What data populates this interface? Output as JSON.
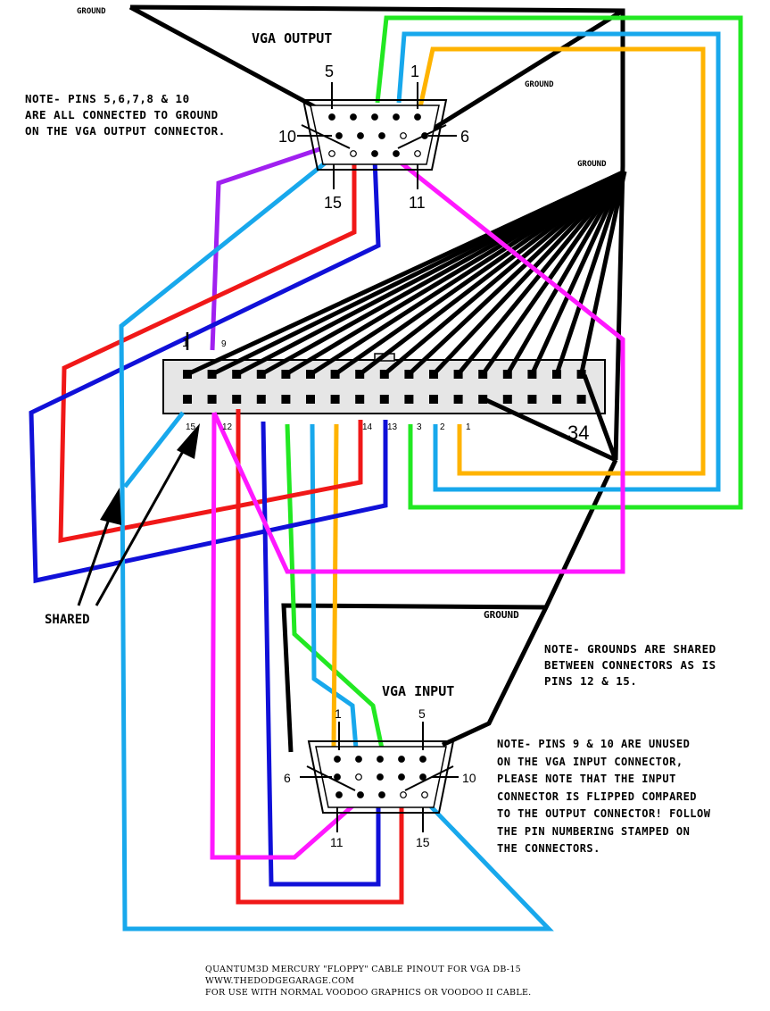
{
  "labels": {
    "ground": "GROUND",
    "vga_output_title": "VGA OUTPUT",
    "vga_input_title": "VGA INPUT",
    "shared": "SHARED"
  },
  "output_connector": {
    "pin_5": "5",
    "pin_1": "1",
    "pin_10": "10",
    "pin_6": "6",
    "pin_15": "15",
    "pin_11": "11"
  },
  "input_connector": {
    "pin_1": "1",
    "pin_5": "5",
    "pin_6": "6",
    "pin_10": "10",
    "pin_11": "11",
    "pin_15": "15"
  },
  "header_connector": {
    "pin_1": "1",
    "pin_9": "9",
    "pin_34": "34",
    "lower_labels": [
      "15",
      "12",
      "14",
      "13",
      "3",
      "2",
      "1"
    ]
  },
  "notes": {
    "output_grounds": [
      "NOTE- PINS 5,6,7,8 & 10",
      "ARE ALL CONNECTED TO GROUND",
      "ON THE VGA OUTPUT CONNECTOR."
    ],
    "shared_grounds": [
      "NOTE- GROUNDS ARE SHARED",
      "BETWEEN CONNECTORS AS IS",
      "PINS 12 & 15."
    ],
    "input_unused": [
      "NOTE- PINS 9 & 10 ARE UNUSED",
      "ON THE VGA INPUT CONNECTOR,",
      "PLEASE NOTE THAT THE INPUT",
      "CONNECTOR IS FLIPPED COMPARED",
      "TO THE OUTPUT CONNECTOR! FOLLOW",
      "THE PIN NUMBERING STAMPED ON",
      "THE CONNECTORS."
    ]
  },
  "footer": [
    "QUANTUM3D MERCURY \"FLOPPY\" CABLE PINOUT FOR VGA DB-15",
    "WWW.THEDODGEGARAGE.COM",
    "FOR USE WITH NORMAL VOODOO GRAPHICS OR VOODOO II CABLE."
  ],
  "colors": {
    "black": "#000000",
    "green": "#22e822",
    "light_blue": "#18a8ec",
    "orange": "#ffb300",
    "purple": "#a020f0",
    "red": "#f01818",
    "blue": "#1010d8",
    "magenta": "#ff18ff",
    "header_fill": "#e6e6e6"
  }
}
